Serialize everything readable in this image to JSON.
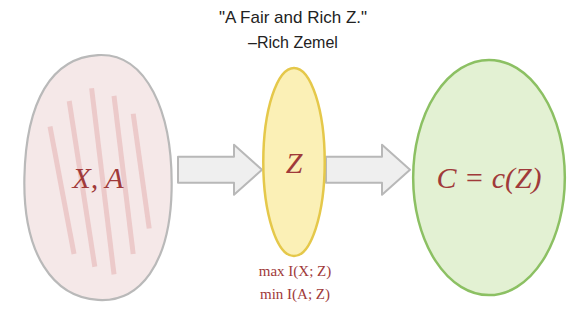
{
  "diagram": {
    "title": "\"A Fair and Rich Z.\"",
    "nodes": [
      {
        "text": [
          "X, A"
        ]
      },
      {
        "text": [
          "Z"
        ]
      },
      {
        "text": [
          "C = c(Z)"
        ]
      }
    ],
    "edges": [
      {
        "from": 0,
        "to": 1,
        "arrow": "to"
      },
      {
        "from": 1,
        "to": 2,
        "arrow": "to"
      }
    ],
    "labels": [
      "–Rich Zemel",
      "max I(X; Z)",
      "min I(A; Z)"
    ]
  }
}
